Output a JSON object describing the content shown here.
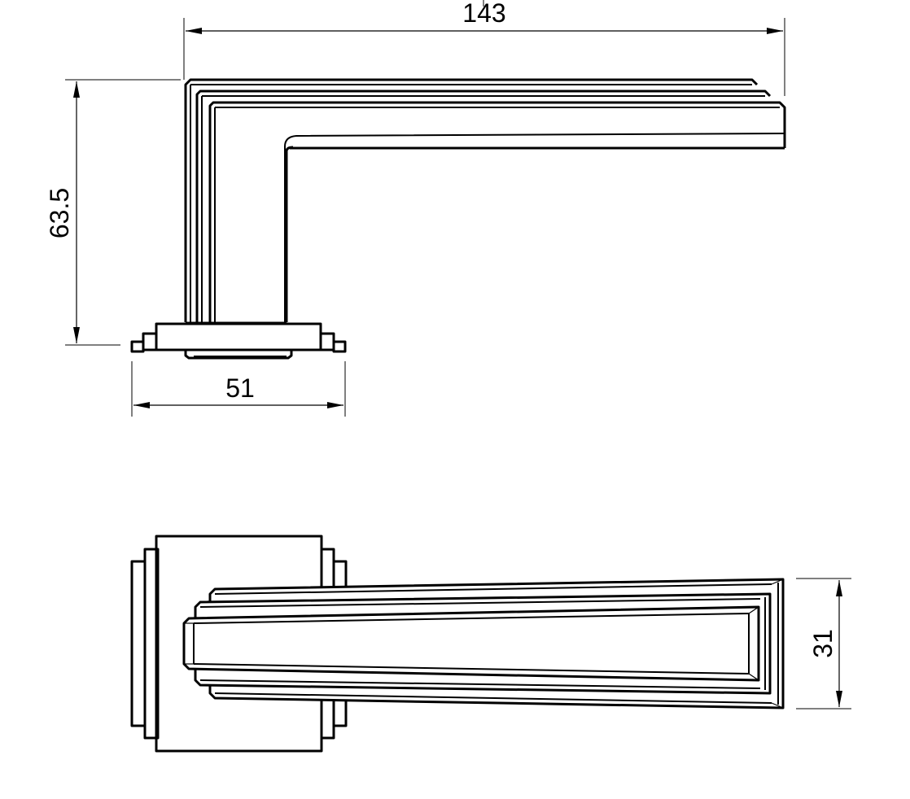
{
  "drawing": {
    "subject": "Lever door handle on square rose — technical drawing",
    "views": [
      {
        "name": "side-view",
        "description": "Side elevation of lever handle with rose"
      },
      {
        "name": "top-view",
        "description": "Plan view of lever handle with square rose"
      }
    ],
    "dimensions": {
      "overall_length": {
        "label": "143",
        "orientation": "horizontal"
      },
      "projection_height": {
        "label": "63.5",
        "orientation": "vertical"
      },
      "rose_width": {
        "label": "51",
        "orientation": "horizontal"
      },
      "lever_width": {
        "label": "31",
        "orientation": "vertical"
      }
    },
    "colors": {
      "line": "#000000",
      "background": "#ffffff"
    }
  }
}
